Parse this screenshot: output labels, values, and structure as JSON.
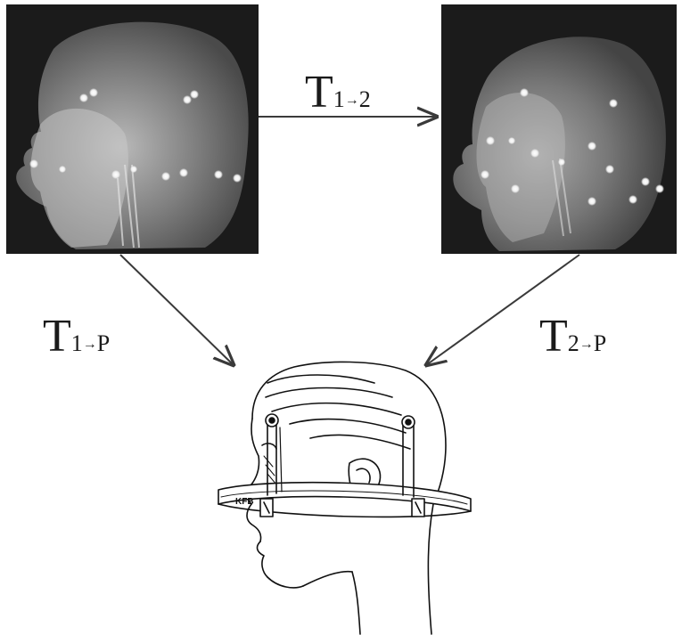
{
  "diagram": {
    "labels": {
      "t12": {
        "symbol": "T",
        "from": "1",
        "arrow": "→",
        "to": "2"
      },
      "t1p": {
        "symbol": "T",
        "from": "1",
        "arrow": "→",
        "to": "P"
      },
      "t2p": {
        "symbol": "T",
        "from": "2",
        "arrow": "→",
        "to": "P"
      }
    },
    "frame_plate_text": "KFB",
    "colors": {
      "scan_background": "#1b1b1b",
      "head_glow": "#8a8a8a",
      "fiducial_marker": "#ffffff",
      "arrow": "#3a3a3a",
      "line_art": "#111111"
    },
    "icons": {
      "scan1": "mri-head-volume-render-icon",
      "scan2": "mri-head-volume-render-icon",
      "patient": "stereotactic-frame-head-icon"
    }
  }
}
